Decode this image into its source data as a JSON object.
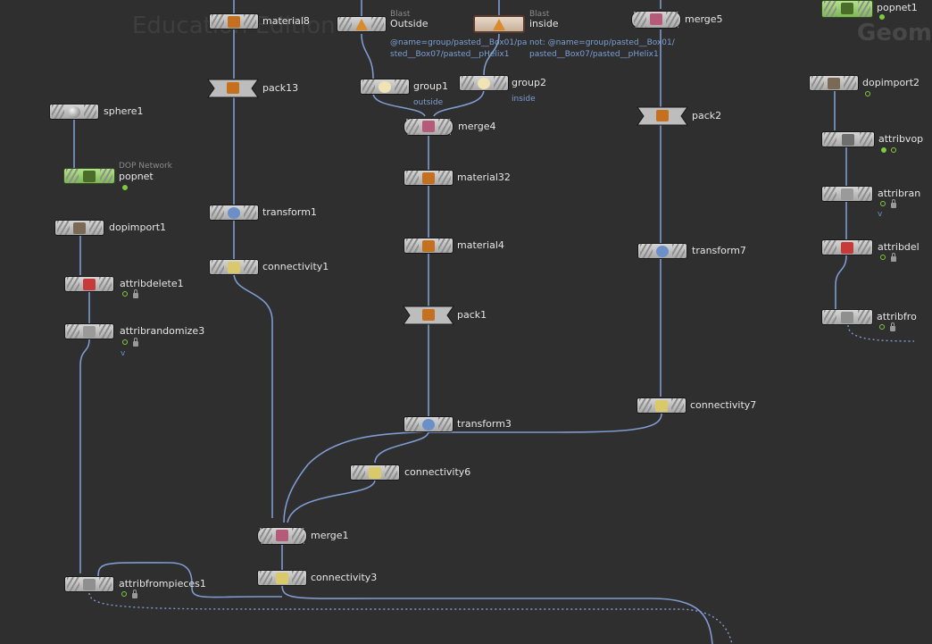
{
  "watermarks": [
    "Education Edition",
    "Geom"
  ],
  "nodes": {
    "material8": {
      "label": "material8"
    },
    "pack13": {
      "label": "pack13"
    },
    "transform1": {
      "label": "transform1"
    },
    "connectivity1": {
      "label": "connectivity1"
    },
    "outside_blast": {
      "label": "Outside",
      "type": "Blast",
      "pattern": "@name=group/pasted__Box01/pasted__Box07/pasted__pHelix1"
    },
    "inside_blast": {
      "label": "inside",
      "type": "Blast",
      "pattern": "not: @name=group/pasted__Box01/pasted__Box07/pasted__pHelix1"
    },
    "group1": {
      "label": "group1",
      "tag": "outside"
    },
    "group2": {
      "label": "group2",
      "tag": "inside"
    },
    "merge4": {
      "label": "merge4"
    },
    "material32": {
      "label": "material32"
    },
    "material4": {
      "label": "material4"
    },
    "pack1": {
      "label": "pack1"
    },
    "transform3": {
      "label": "transform3"
    },
    "connectivity6": {
      "label": "connectivity6"
    },
    "merge5": {
      "label": "merge5"
    },
    "pack2": {
      "label": "pack2"
    },
    "transform7": {
      "label": "transform7"
    },
    "connectivity7": {
      "label": "connectivity7"
    },
    "merge1": {
      "label": "merge1"
    },
    "connectivity3": {
      "label": "connectivity3"
    },
    "sphere1": {
      "label": "sphere1"
    },
    "popnet": {
      "label": "popnet",
      "type": "DOP Network"
    },
    "dopimport1": {
      "label": "dopimport1"
    },
    "attribdelete1": {
      "label": "attribdelete1"
    },
    "attribrandomize3": {
      "label": "attribrandomize3",
      "flag": "v"
    },
    "attribfrompieces1": {
      "label": "attribfrompieces1"
    },
    "popnet1": {
      "label": "popnet1"
    },
    "dopimport2": {
      "label": "dopimport2"
    },
    "attribvop": {
      "label": "attribvop"
    },
    "attribran": {
      "label": "attribran",
      "flag": "v"
    },
    "attribdel": {
      "label": "attribdel"
    },
    "attribfro": {
      "label": "attribfro"
    }
  },
  "colors": {
    "background": "#2f2f2f",
    "wire": "#7f9bd0",
    "node_gray": "#c4c4c4",
    "node_green": "#98cc6f",
    "label": "#e6e6e6",
    "annotation": "#7b9fd6",
    "flag_green": "#7ecb3c"
  }
}
